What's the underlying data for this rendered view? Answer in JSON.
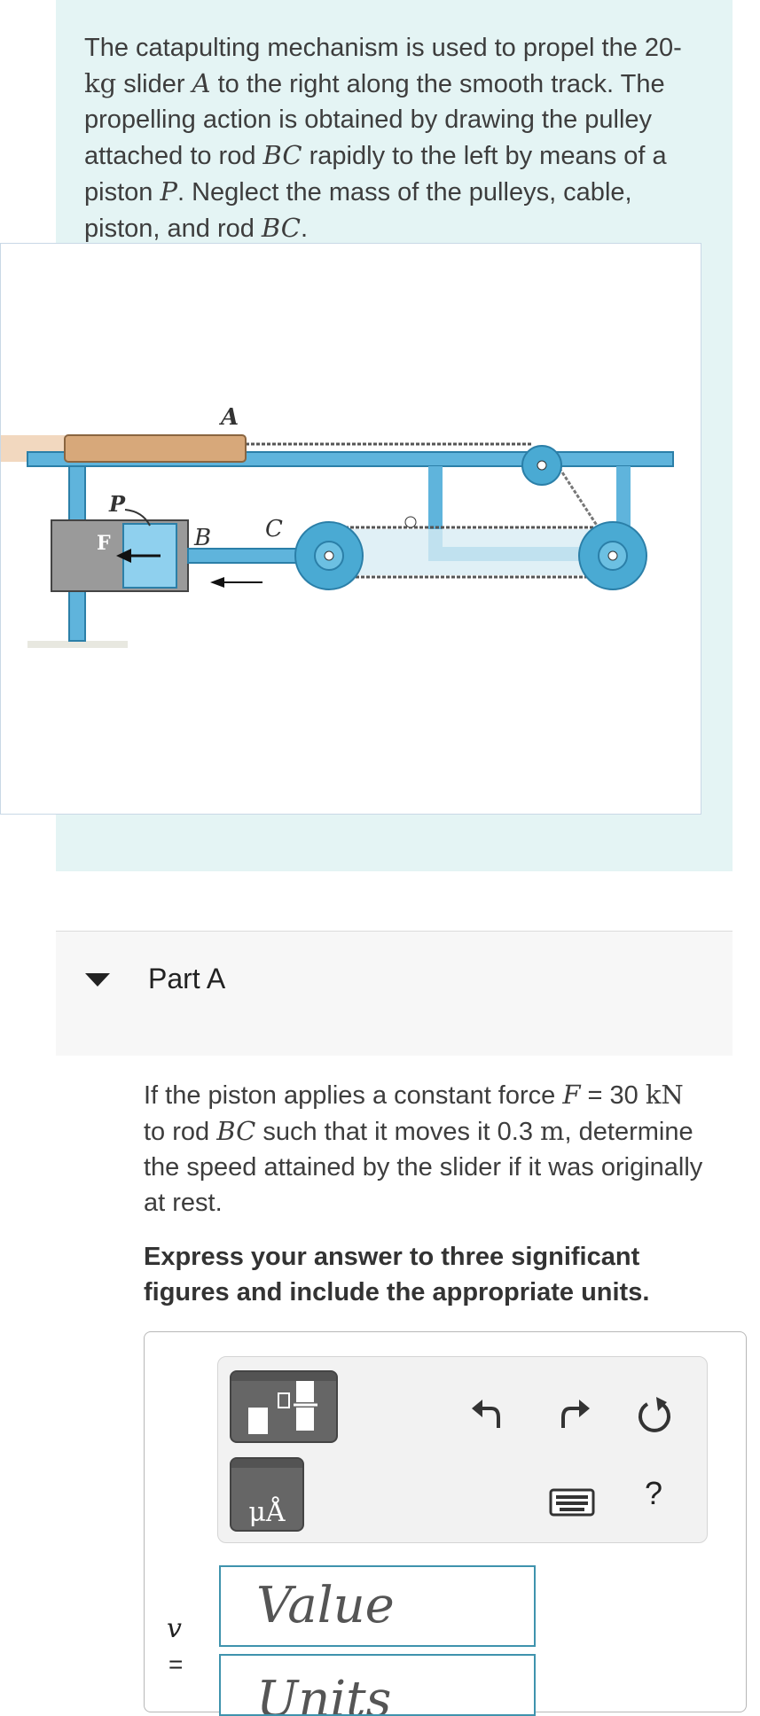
{
  "problem": {
    "intro_segments": [
      {
        "t": "The catapulting mechanism is used to propel the 20-",
        "s": "text"
      },
      {
        "t": "kg",
        "s": "unit"
      },
      {
        "t": " slider ",
        "s": "text"
      },
      {
        "t": "A",
        "s": "math"
      },
      {
        "t": " to the right along the smooth track. The propelling action is obtained by drawing the pulley attached to rod ",
        "s": "text"
      },
      {
        "t": "BC",
        "s": "math"
      },
      {
        "t": " rapidly to the left by means of a piston ",
        "s": "text"
      },
      {
        "t": "P",
        "s": "math"
      },
      {
        "t": ". Neglect the mass of the pulleys, cable, piston, and rod ",
        "s": "text"
      },
      {
        "t": "BC",
        "s": "math"
      },
      {
        "t": ".",
        "s": "text"
      }
    ],
    "figure_labels": {
      "A": "A",
      "P": "P",
      "B": "B",
      "C": "C",
      "F": "F"
    },
    "colors": {
      "panel": "#e4f4f4",
      "pulley_blue": "#4aaad3",
      "slider_tan": "#d7a87a",
      "accent": "#3f93ad"
    }
  },
  "part": {
    "title": "Part A",
    "expanded": true,
    "question_segments": [
      {
        "t": "If the piston applies a constant force ",
        "s": "text"
      },
      {
        "t": "F",
        "s": "math"
      },
      {
        "t": " = 30 ",
        "s": "text"
      },
      {
        "t": "kN",
        "s": "unit"
      },
      {
        "t": " to rod ",
        "s": "text"
      },
      {
        "t": "BC",
        "s": "math"
      },
      {
        "t": " such that it moves it 0.3 ",
        "s": "text"
      },
      {
        "t": "m",
        "s": "unit"
      },
      {
        "t": ", determine the speed attained by the slider if it was originally at rest.",
        "s": "text"
      }
    ],
    "instruction": "Express your answer to three significant figures and include the appropriate units."
  },
  "answer": {
    "variable": "v",
    "equals": "=",
    "value_placeholder": "Value",
    "units_placeholder": "Units",
    "mu_button_label": "μÅ",
    "help_label": "?",
    "toolbar_icons": [
      "templates-icon",
      "units-mu-icon",
      "undo-icon",
      "redo-icon",
      "reset-icon",
      "keyboard-icon",
      "help-icon"
    ]
  }
}
